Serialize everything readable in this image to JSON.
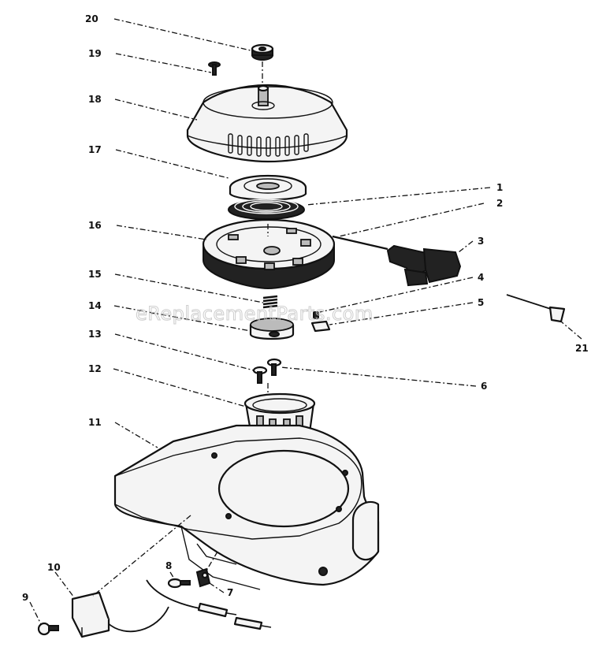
{
  "watermark": "eReplacementParts.com",
  "callouts": [
    {
      "id": "1",
      "text": "1"
    },
    {
      "id": "2",
      "text": "2"
    },
    {
      "id": "3",
      "text": "3"
    },
    {
      "id": "4",
      "text": "4"
    },
    {
      "id": "5",
      "text": "5"
    },
    {
      "id": "6",
      "text": "6"
    },
    {
      "id": "7",
      "text": "7"
    },
    {
      "id": "8",
      "text": "8"
    },
    {
      "id": "9",
      "text": "9"
    },
    {
      "id": "10",
      "text": "10"
    },
    {
      "id": "11",
      "text": "11"
    },
    {
      "id": "12",
      "text": "12"
    },
    {
      "id": "13",
      "text": "13"
    },
    {
      "id": "14",
      "text": "14"
    },
    {
      "id": "15",
      "text": "15"
    },
    {
      "id": "16",
      "text": "16"
    },
    {
      "id": "17",
      "text": "17"
    },
    {
      "id": "18",
      "text": "18"
    },
    {
      "id": "19",
      "text": "19"
    },
    {
      "id": "20",
      "text": "20"
    },
    {
      "id": "21",
      "text": "21"
    }
  ]
}
